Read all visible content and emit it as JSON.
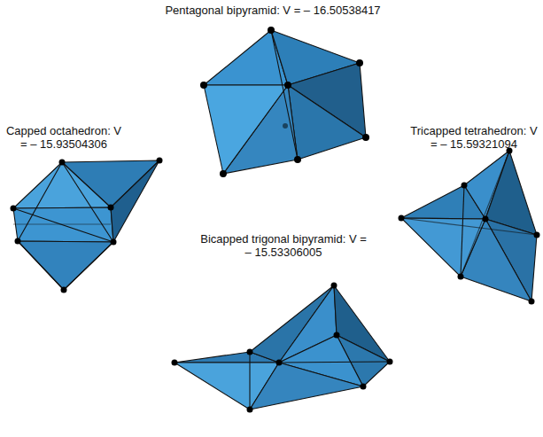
{
  "diagram": {
    "labels": [
      "Pentagonal bipyramid: V = – 16.50538417",
      "Capped octahedron: V = – 15.93504306",
      "Tricapped tetrahedron: V = – 15.59321094",
      "Bicapped trigonal bipyramid: V = – 15.53306005"
    ]
  }
}
